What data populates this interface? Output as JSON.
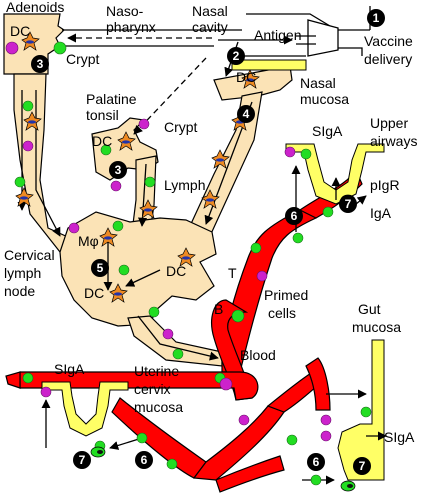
{
  "labels": {
    "adenoids": "Adenoids",
    "nasopharynx": "Naso-",
    "nasopharynx2": "pharynx",
    "nasal_cavity": "Nasal",
    "nasal_cavity2": "cavity",
    "antigen": "Antigen",
    "vaccine": "Vaccine",
    "vaccine2": "delivery",
    "crypt_adenoid": "Crypt",
    "dc_adenoid": "DC",
    "palatine": "Palatine",
    "palatine2": "tonsil",
    "crypt_palatine": "Crypt",
    "dc_palatine": "DC",
    "dc_nasal": "DC",
    "nasal_mucosa": "Nasal",
    "nasal_mucosa2": "mucosa",
    "siga_upper": "SIgA",
    "upper_airways": "Upper",
    "upper_airways2": "airways",
    "lymph": "Lymph",
    "pigr": "pIgR",
    "iga": "IgA",
    "mo": "Mφ",
    "cervical": "Cervical",
    "cervical2": "lymph",
    "cervical3": "node",
    "dc_node_left": "DC",
    "dc_node_right": "DC",
    "t_cell": "T",
    "b_cell": "B",
    "primed": "Primed",
    "primed2": "cells",
    "gut": "Gut",
    "gut2": "mucosa",
    "blood": "Blood",
    "siga_cervix": "SIgA",
    "uterine": "Uterine",
    "uterine2": "cervix",
    "uterine3": "mucosa",
    "siga_gut": "SIgA"
  },
  "steps": [
    "1",
    "2",
    "3",
    "3",
    "4",
    "5",
    "6",
    "6",
    "6",
    "7",
    "7",
    "7"
  ],
  "colors": {
    "tissue": "#fbe3b6",
    "blood_vessel": "#ff0000",
    "epithelium": "#ffff66",
    "b_cell": "#22dd22",
    "t_cell": "#cc22cc",
    "dendritic_cell": "#ee8a22"
  }
}
